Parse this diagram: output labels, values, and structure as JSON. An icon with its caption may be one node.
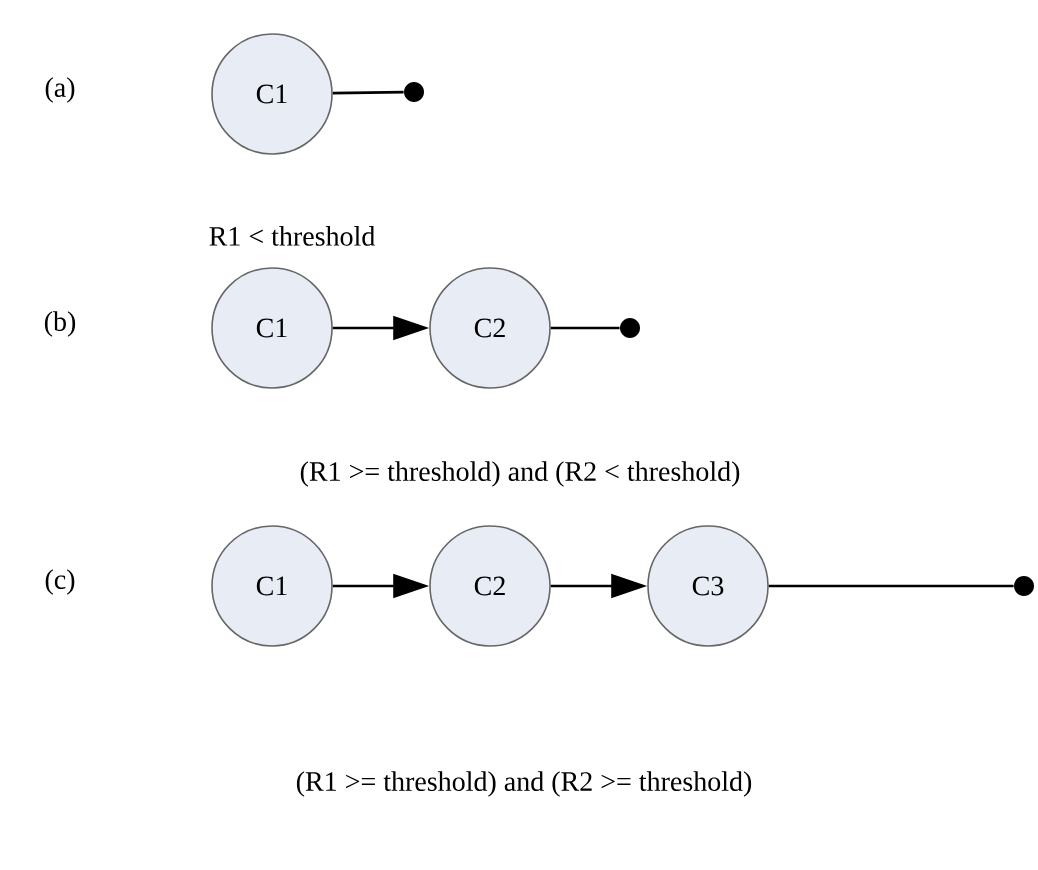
{
  "diagram": {
    "nodes": [
      {
        "text": [
          "C1"
        ]
      },
      {
        "text": [],
        "shape": "circle"
      },
      {
        "text": [
          "C1"
        ]
      },
      {
        "text": [
          "C2"
        ]
      },
      {
        "text": [],
        "shape": "circle"
      },
      {
        "text": [
          "C1"
        ]
      },
      {
        "text": [
          "C2"
        ]
      },
      {
        "text": [
          "C3"
        ]
      },
      {
        "text": [],
        "shape": "circle"
      }
    ],
    "edges": [
      {
        "from": 0,
        "to": 1,
        "arrow": "none"
      },
      {
        "from": 2,
        "to": 3,
        "arrow": "to"
      },
      {
        "from": 3,
        "to": 4,
        "arrow": "none"
      },
      {
        "from": 5,
        "to": 6,
        "arrow": "to"
      },
      {
        "from": 6,
        "to": 7,
        "arrow": "to"
      },
      {
        "from": 7,
        "to": 8,
        "arrow": "none"
      }
    ],
    "labels": [
      "(a)",
      "R1 < threshold",
      "(b)",
      "(R1 >= threshold) and (R2 < threshold)",
      "(c)",
      "(R1 >= threshold) and (R2 >= threshold)"
    ]
  }
}
